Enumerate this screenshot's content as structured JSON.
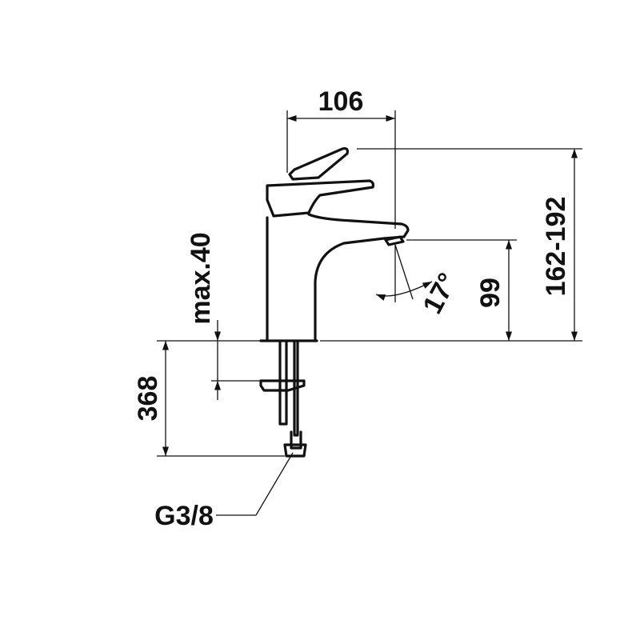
{
  "dimensions": {
    "spout_reach": "106",
    "total_height": "162-192",
    "spout_height": "99",
    "max_deck_thickness": "max.40",
    "hose_length": "368",
    "angle": "17°",
    "connection": "G3/8"
  },
  "colors": {
    "line": "#111111",
    "background": "#ffffff"
  }
}
